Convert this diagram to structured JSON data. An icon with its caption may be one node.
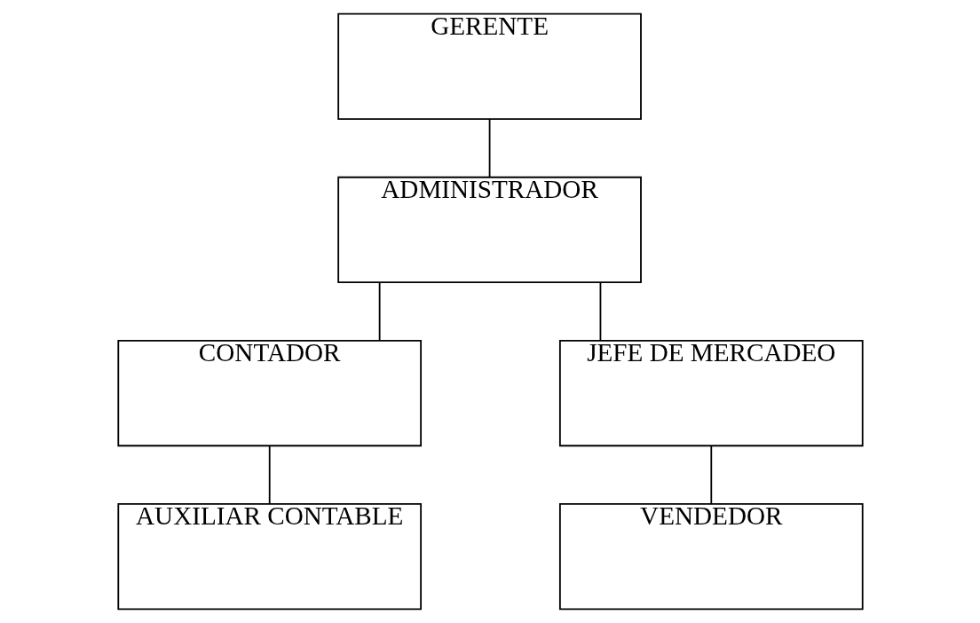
{
  "diagram": {
    "nodes": [
      {
        "text": [
          "GERENTE"
        ]
      },
      {
        "text": [
          "ADMINISTRADOR"
        ]
      },
      {
        "text": [
          "CONTADOR"
        ]
      },
      {
        "text": [
          "JEFE DE MERCADEO"
        ]
      },
      {
        "text": [
          "AUXILIAR CONTABLE"
        ]
      },
      {
        "text": [
          "VENDEDOR"
        ]
      }
    ],
    "edges": [
      {
        "from": 0,
        "to": 1,
        "arrow": "none"
      },
      {
        "from": 1,
        "to": 2,
        "arrow": "none"
      },
      {
        "from": 1,
        "to": 3,
        "arrow": "none"
      },
      {
        "from": 2,
        "to": 4,
        "arrow": "none"
      },
      {
        "from": 3,
        "to": 5,
        "arrow": "none"
      }
    ]
  }
}
